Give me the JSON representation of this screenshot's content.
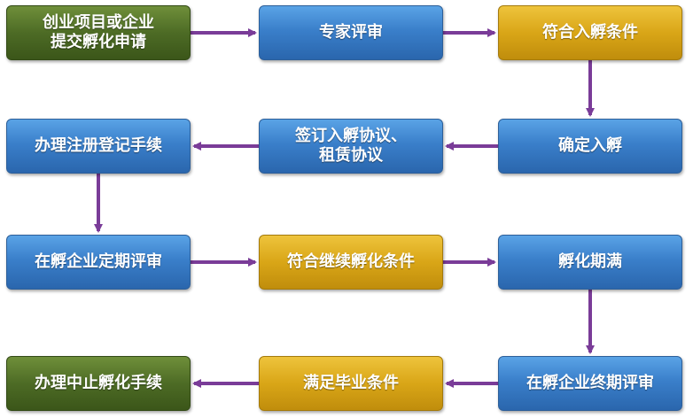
{
  "colors": {
    "blue": "#3a7fca",
    "gold": "#d9a617",
    "green": "#4d6b25",
    "arrow": "#7a3c98"
  },
  "nodes": {
    "apply": "创业项目或企业\n提交孵化申请",
    "expert_review": "专家评审",
    "meet_conditions": "符合入孵条件",
    "confirm_incubation": "确定入孵",
    "sign_agreements": "签订入孵协议、\n租赁协议",
    "registration": "办理注册登记手续",
    "periodic_review": "在孵企业定期评审",
    "continue_conditions": "符合继续孵化条件",
    "incubation_expires": "孵化期满",
    "final_review": "在孵企业终期评审",
    "graduation_conditions": "满足毕业条件",
    "terminate": "办理中止孵化手续"
  }
}
